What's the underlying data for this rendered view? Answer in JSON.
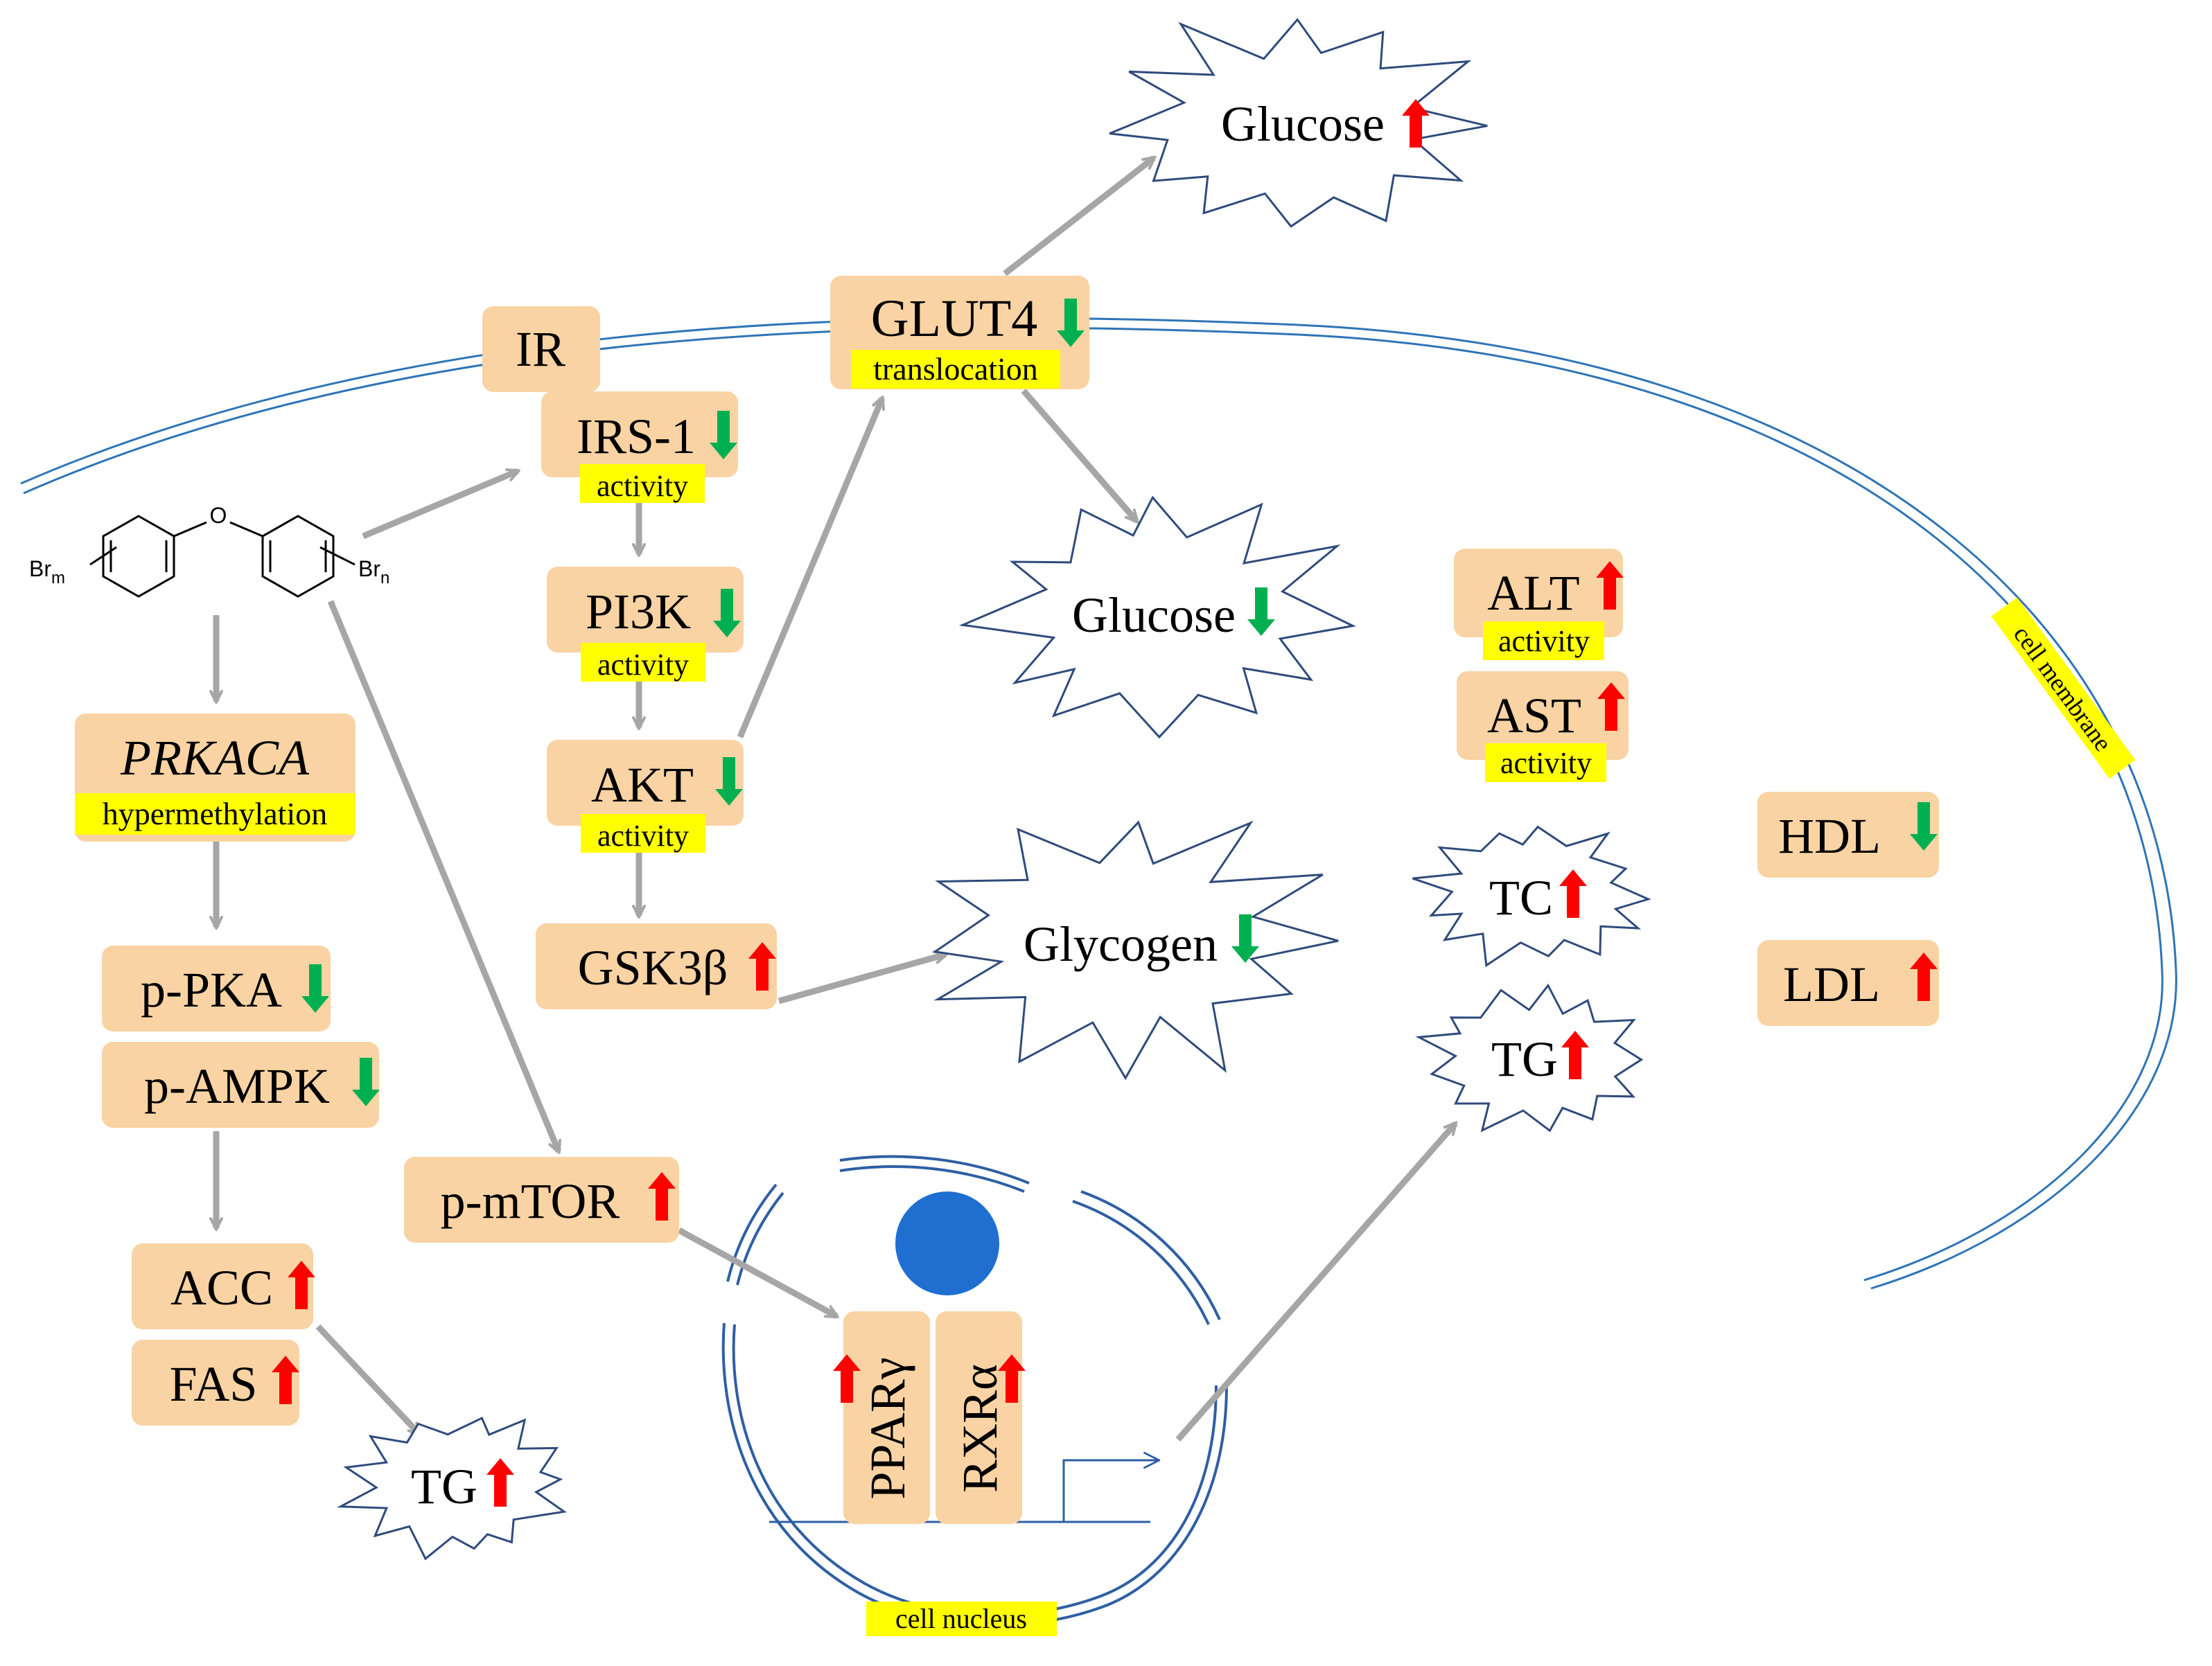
{
  "colors": {
    "box_fill": "#f9d3a3",
    "highlight": "#ffff00",
    "membrane": "#2e75b6",
    "nucleus": "#2e5fa3",
    "nucleolus": "#1f6fd1",
    "arrow_gray": "#a6a6a6",
    "up_red": "#ff0000",
    "down_green": "#00b050",
    "burst_stroke": "#2f4b7c"
  },
  "icons": {
    "up": "red-up-arrow-icon",
    "down": "green-down-arrow-icon"
  },
  "chemical": {
    "left_substituent": "Br",
    "left_subscript": "m",
    "right_substituent": "Br",
    "right_subscript": "n",
    "bridge_atom": "O"
  },
  "labels": {
    "cell_membrane": "cell membrane",
    "cell_nucleus": "cell nucleus"
  },
  "nodes": {
    "ir": {
      "label": "IR"
    },
    "irs1": {
      "label": "IRS-1",
      "sub": "activity",
      "change": "down"
    },
    "pi3k": {
      "label": "PI3K",
      "sub": "activity",
      "change": "down"
    },
    "akt": {
      "label": "AKT",
      "sub": "activity",
      "change": "down"
    },
    "gsk3b": {
      "label": "GSK3β",
      "change": "up"
    },
    "glut4": {
      "label": "GLUT4",
      "sub": "translocation",
      "change": "down"
    },
    "prkaca": {
      "label": "PRKACA",
      "sub": "hypermethylation"
    },
    "ppka": {
      "label": "p-PKA",
      "change": "down"
    },
    "pampk": {
      "label": "p-AMPK",
      "change": "down"
    },
    "acc": {
      "label": "ACC",
      "change": "up"
    },
    "fas": {
      "label": "FAS",
      "change": "up"
    },
    "pmtor": {
      "label": "p-mTOR",
      "change": "up"
    },
    "ppar": {
      "label": "PPARγ",
      "change": "up"
    },
    "rxr": {
      "label": "RXRα",
      "change": "up"
    },
    "alt": {
      "label": "ALT",
      "sub": "activity",
      "change": "up"
    },
    "ast": {
      "label": "AST",
      "sub": "activity",
      "change": "up"
    },
    "hdl": {
      "label": "HDL",
      "change": "down"
    },
    "ldl": {
      "label": "LDL",
      "change": "up"
    }
  },
  "bursts": {
    "glucose_out": {
      "label": "Glucose",
      "change": "up"
    },
    "glucose_in": {
      "label": "Glucose",
      "change": "down"
    },
    "glycogen": {
      "label": "Glycogen",
      "change": "down"
    },
    "tc": {
      "label": "TC",
      "change": "up"
    },
    "tg_right": {
      "label": "TG",
      "change": "up"
    },
    "tg_left": {
      "label": "TG",
      "change": "up"
    }
  }
}
